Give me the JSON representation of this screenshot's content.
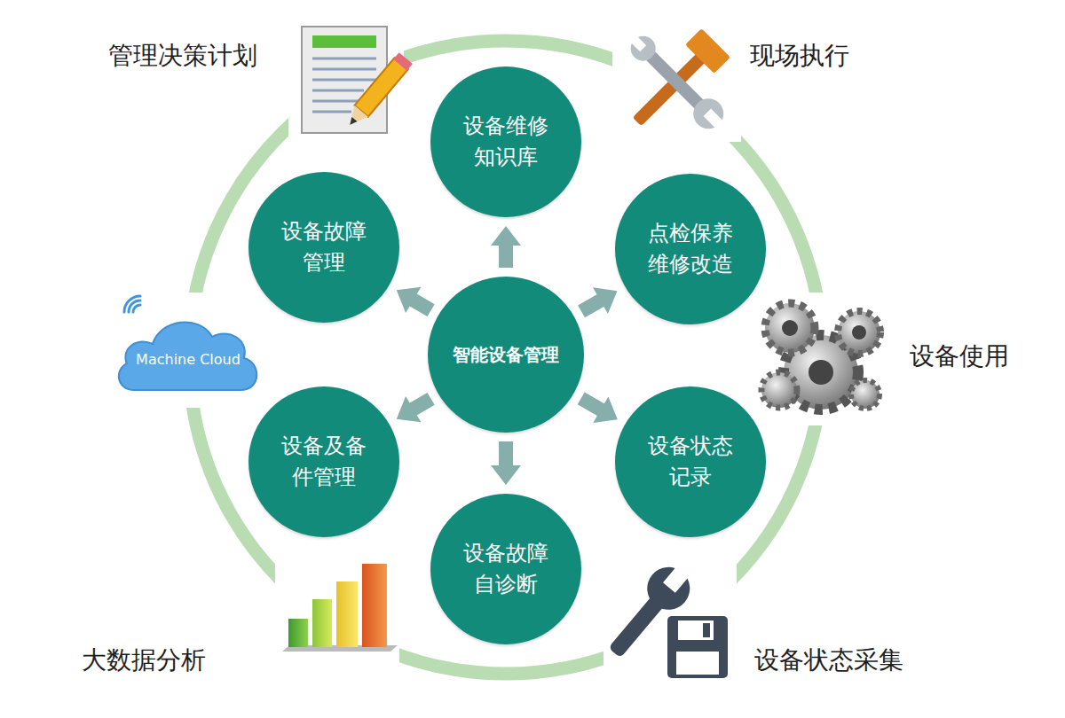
{
  "diagram": {
    "nodes": [
      {
        "text": [
          "设备维修知识库"
        ]
      },
      {
        "text": [
          "设备故障管理"
        ]
      },
      {
        "text": [
          "点检保养维修改造"
        ]
      },
      {
        "text": [
          "智能设备管理"
        ]
      },
      {
        "text": [
          "设备及备件管理"
        ]
      },
      {
        "text": [
          "设备状态记录"
        ]
      },
      {
        "text": [
          "设备故障自诊断"
        ]
      },
      {
        "text": [
          "Machine Cloud"
        ]
      }
    ],
    "edges": [
      {
        "from": 3,
        "to": 0,
        "arrow": "to"
      },
      {
        "from": 3,
        "to": 1,
        "arrow": "to"
      },
      {
        "from": 3,
        "to": 2,
        "arrow": "to"
      },
      {
        "from": 3,
        "to": 4,
        "arrow": "to"
      },
      {
        "from": 3,
        "to": 5,
        "arrow": "to"
      },
      {
        "from": 3,
        "to": 6,
        "arrow": "to"
      }
    ],
    "labels": [
      "管理决策计划",
      "现场执行",
      "设备使用",
      "大数据分析",
      "设备状态采集"
    ]
  }
}
